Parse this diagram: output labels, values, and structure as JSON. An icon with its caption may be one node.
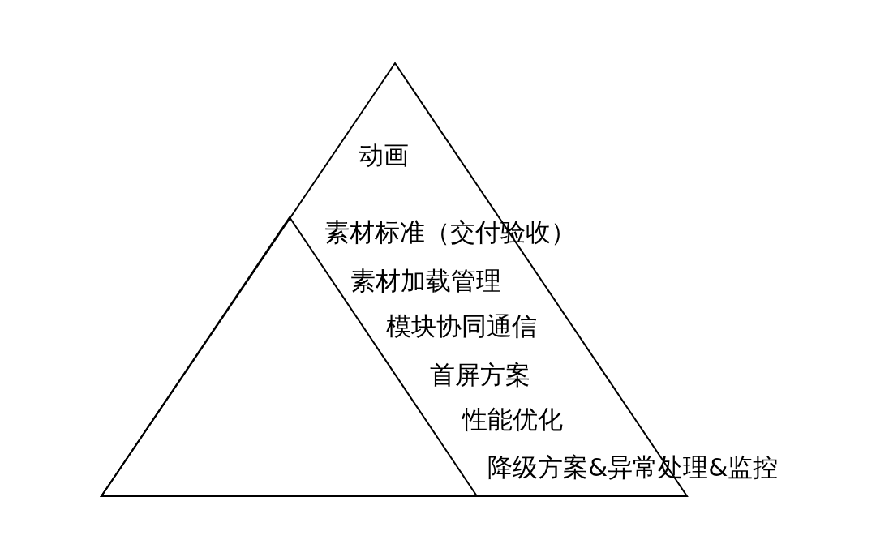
{
  "diagram": {
    "nodes": [
      {
        "text": [
          "动画"
        ]
      },
      {
        "text": [],
        "shape": "triangle",
        "in": 0
      }
    ],
    "labels": [
      "素材标准（交付验收）",
      "素材加载管理",
      "模块协同通信",
      "首屏方案",
      "性能优化",
      "降级方案&异常处理&监控"
    ]
  }
}
